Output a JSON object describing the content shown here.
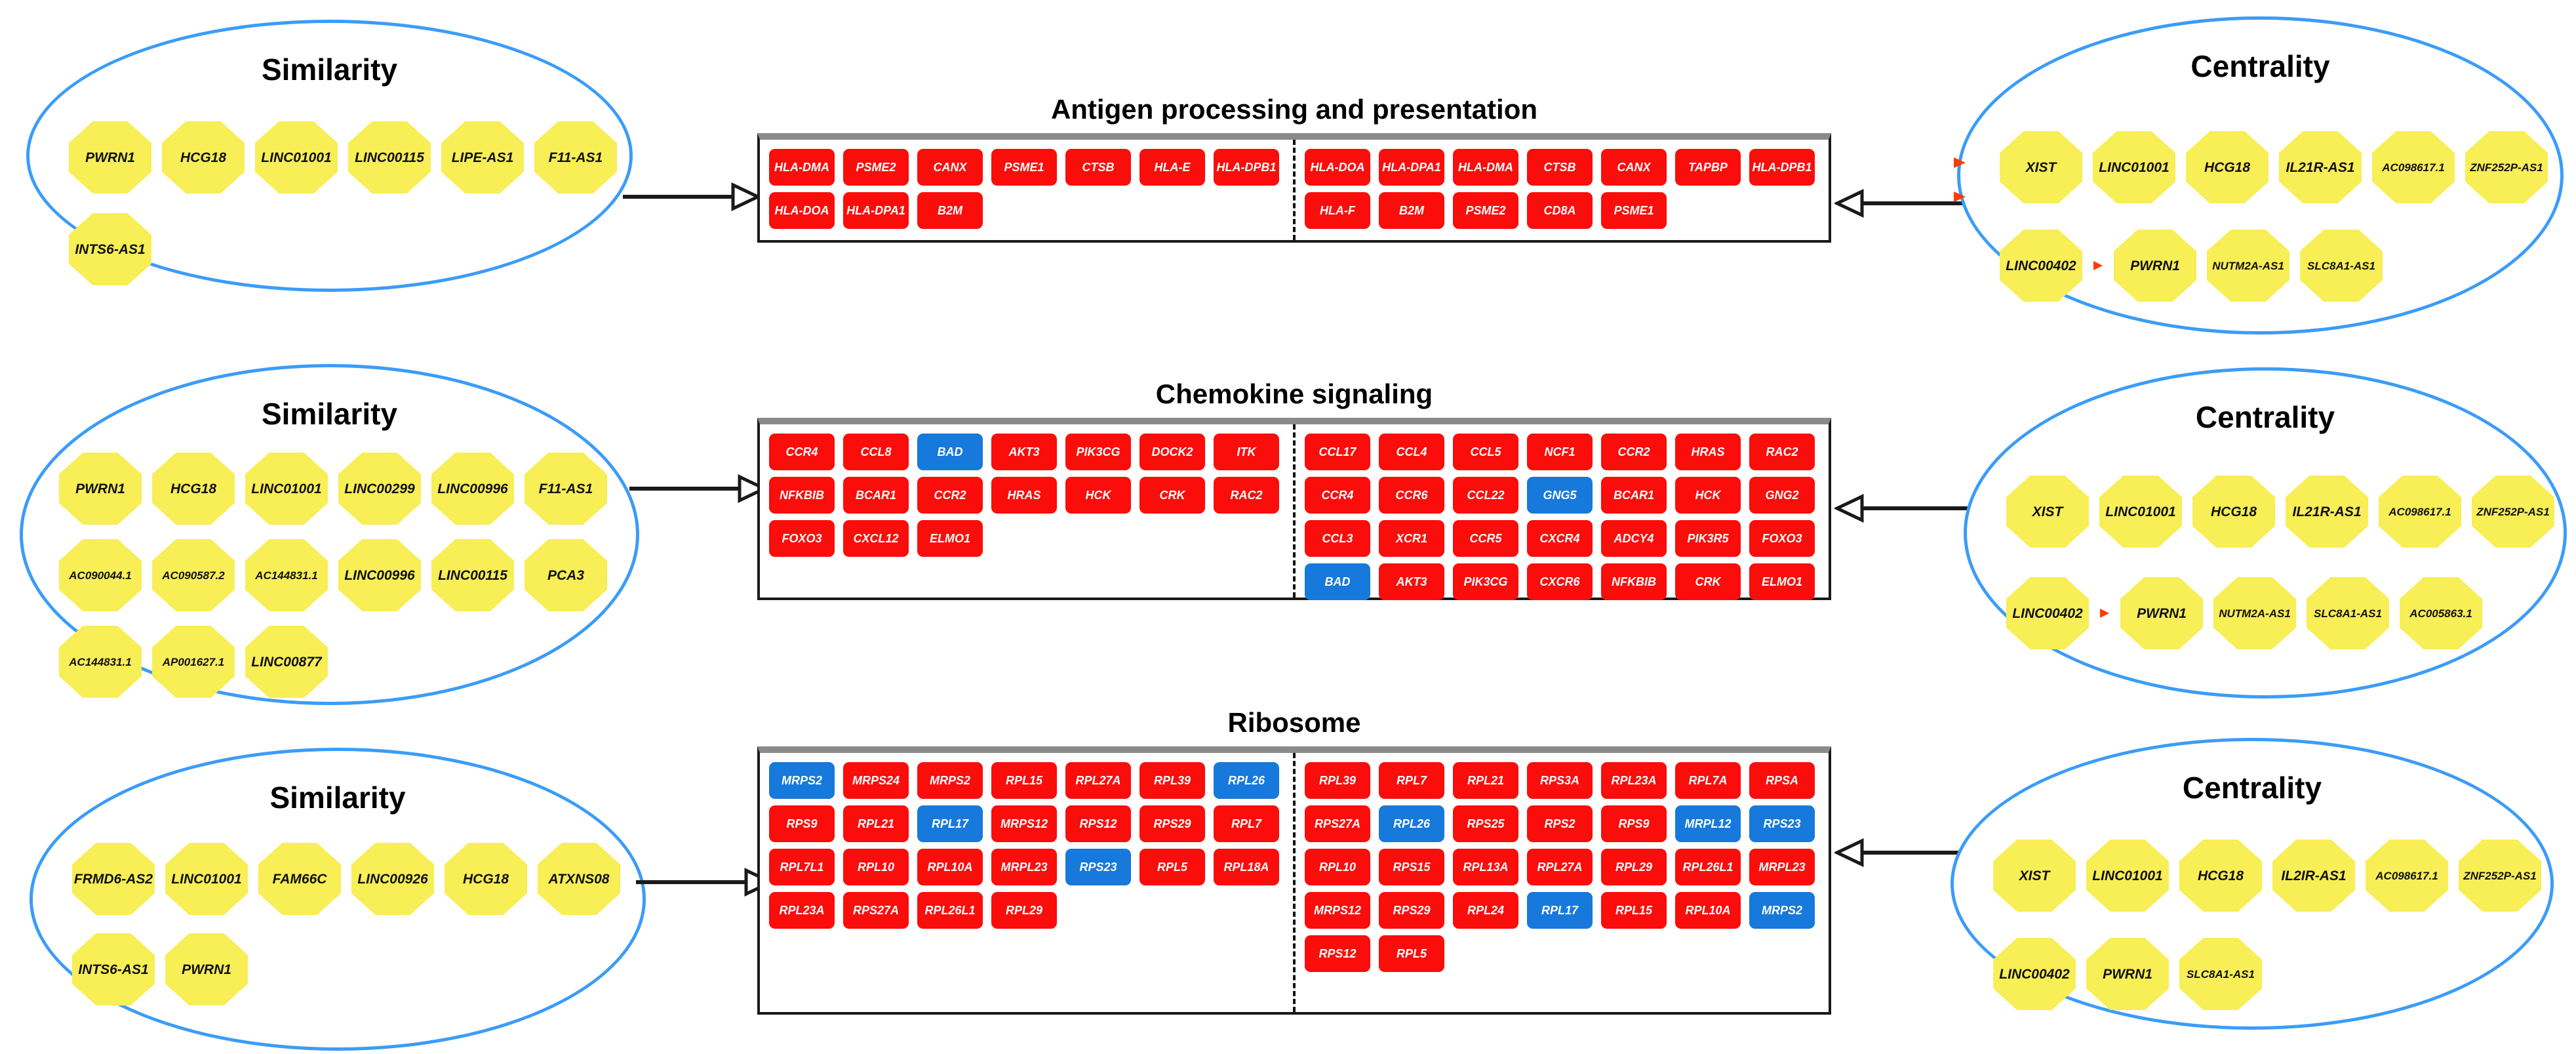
{
  "palette": {
    "node_fill": "#F8EE56",
    "ellipse_stroke": "#3B9CF8",
    "gene_up": "#FB0D0C",
    "gene_down": "#1679DB",
    "arrow": "#1A1A1A",
    "red_mark": "#FF3B00",
    "box_border": "#1A1A1A",
    "box_top": "#8A8A8A"
  },
  "sections": [
    {
      "pathway_title": "Antigen processing and presentation",
      "similarity": {
        "label": "Similarity",
        "node_rows": [
          [
            "PWRN1",
            "HCG18",
            "LINC01001",
            "LINC00115",
            "LIPE-AS1",
            "F11-AS1"
          ],
          [
            "INTS6-AS1"
          ]
        ]
      },
      "centrality": {
        "label": "Centrality",
        "node_rows": [
          [
            "XIST",
            "LINC01001",
            "HCG18",
            "IL21R-AS1",
            "AC098617.1",
            "ZNF252P-AS1"
          ],
          [
            "LINC00402",
            "PWRN1",
            "NUTM2A-AS1",
            "SLC8A1-AS1"
          ]
        ],
        "red_marker": {
          "row": 1,
          "after": 0
        }
      },
      "gene_panel_left": [
        [
          {
            "g": "HLA-DMA",
            "c": "up"
          },
          {
            "g": "PSME2",
            "c": "up"
          },
          {
            "g": "CANX",
            "c": "up"
          },
          {
            "g": "PSME1",
            "c": "up"
          },
          {
            "g": "CTSB",
            "c": "up"
          },
          {
            "g": "HLA-E",
            "c": "up"
          },
          {
            "g": "HLA-DPB1",
            "c": "up"
          }
        ],
        [
          {
            "g": "HLA-DOA",
            "c": "up"
          },
          {
            "g": "HLA-DPA1",
            "c": "up"
          },
          {
            "g": "B2M",
            "c": "up"
          }
        ]
      ],
      "gene_panel_right": [
        [
          {
            "g": "HLA-DOA",
            "c": "up"
          },
          {
            "g": "HLA-DPA1",
            "c": "up"
          },
          {
            "g": "HLA-DMA",
            "c": "up"
          },
          {
            "g": "CTSB",
            "c": "up"
          },
          {
            "g": "CANX",
            "c": "up"
          },
          {
            "g": "TAPBP",
            "c": "up"
          },
          {
            "g": "HLA-DPB1",
            "c": "up"
          }
        ],
        [
          {
            "g": "HLA-F",
            "c": "up"
          },
          {
            "g": "B2M",
            "c": "up"
          },
          {
            "g": "PSME2",
            "c": "up"
          },
          {
            "g": "CD8A",
            "c": "up"
          },
          {
            "g": "PSME1",
            "c": "up"
          }
        ]
      ]
    },
    {
      "pathway_title": "Chemokine signaling",
      "similarity": {
        "label": "Similarity",
        "node_rows": [
          [
            "PWRN1",
            "HCG18",
            "LINC01001",
            "LINC00299",
            "LINC00996",
            "F11-AS1"
          ],
          [
            "AC090044.1",
            "AC090587.2",
            "AC144831.1",
            "LINC00996",
            "LINC00115",
            "PCA3"
          ],
          [
            "AC144831.1",
            "AP001627.1",
            "LINC00877"
          ]
        ]
      },
      "centrality": {
        "label": "Centrality",
        "node_rows": [
          [
            "XIST",
            "LINC01001",
            "HCG18",
            "IL21R-AS1",
            "AC098617.1",
            "ZNF252P-AS1"
          ],
          [
            "LINC00402",
            "PWRN1",
            "NUTM2A-AS1",
            "SLC8A1-AS1",
            "AC005863.1"
          ]
        ],
        "red_marker": {
          "row": 1,
          "after": 0
        }
      },
      "gene_panel_left": [
        [
          {
            "g": "CCR4",
            "c": "up"
          },
          {
            "g": "CCL8",
            "c": "up"
          },
          {
            "g": "BAD",
            "c": "down"
          },
          {
            "g": "AKT3",
            "c": "up"
          },
          {
            "g": "PIK3CG",
            "c": "up"
          },
          {
            "g": "DOCK2",
            "c": "up"
          },
          {
            "g": "ITK",
            "c": "up"
          }
        ],
        [
          {
            "g": "NFKBIB",
            "c": "up"
          },
          {
            "g": "BCAR1",
            "c": "up"
          },
          {
            "g": "CCR2",
            "c": "up"
          },
          {
            "g": "HRAS",
            "c": "up"
          },
          {
            "g": "HCK",
            "c": "up"
          },
          {
            "g": "CRK",
            "c": "up"
          },
          {
            "g": "RAC2",
            "c": "up"
          }
        ],
        [
          {
            "g": "FOXO3",
            "c": "up"
          },
          {
            "g": "CXCL12",
            "c": "up"
          },
          {
            "g": "ELMO1",
            "c": "up"
          }
        ]
      ],
      "gene_panel_right": [
        [
          {
            "g": "CCL17",
            "c": "up"
          },
          {
            "g": "CCL4",
            "c": "up"
          },
          {
            "g": "CCL5",
            "c": "up"
          },
          {
            "g": "NCF1",
            "c": "up"
          },
          {
            "g": "CCR2",
            "c": "up"
          },
          {
            "g": "HRAS",
            "c": "up"
          },
          {
            "g": "RAC2",
            "c": "up"
          }
        ],
        [
          {
            "g": "CCR4",
            "c": "up"
          },
          {
            "g": "CCR6",
            "c": "up"
          },
          {
            "g": "CCL22",
            "c": "up"
          },
          {
            "g": "GNG5",
            "c": "down"
          },
          {
            "g": "BCAR1",
            "c": "up"
          },
          {
            "g": "HCK",
            "c": "up"
          },
          {
            "g": "GNG2",
            "c": "up"
          }
        ],
        [
          {
            "g": "CCL3",
            "c": "up"
          },
          {
            "g": "XCR1",
            "c": "up"
          },
          {
            "g": "CCR5",
            "c": "up"
          },
          {
            "g": "CXCR4",
            "c": "up"
          },
          {
            "g": "ADCY4",
            "c": "up"
          },
          {
            "g": "PIK3R5",
            "c": "up"
          },
          {
            "g": "FOXO3",
            "c": "up"
          }
        ],
        [
          {
            "g": "BAD",
            "c": "down"
          },
          {
            "g": "AKT3",
            "c": "up"
          },
          {
            "g": "PIK3CG",
            "c": "up"
          },
          {
            "g": "CXCR6",
            "c": "up"
          },
          {
            "g": "NFKBIB",
            "c": "up"
          },
          {
            "g": "CRK",
            "c": "up"
          },
          {
            "g": "ELMO1",
            "c": "up"
          }
        ]
      ]
    },
    {
      "pathway_title": "Ribosome",
      "similarity": {
        "label": "Similarity",
        "node_rows": [
          [
            "FRMD6-AS2",
            "LINC01001",
            "FAM66C",
            "LINC00926",
            "HCG18",
            "ATXNS08"
          ],
          [
            "INTS6-AS1",
            "PWRN1"
          ]
        ]
      },
      "centrality": {
        "label": "Centrality",
        "node_rows": [
          [
            "XIST",
            "LINC01001",
            "HCG18",
            "IL2IR-AS1",
            "AC098617.1",
            "ZNF252P-AS1"
          ],
          [
            "LINC00402",
            "PWRN1",
            "SLC8A1-AS1"
          ]
        ]
      },
      "gene_panel_left": [
        [
          {
            "g": "MRPS2",
            "c": "down"
          },
          {
            "g": "MRPS24",
            "c": "up"
          },
          {
            "g": "MRPS2",
            "c": "up"
          },
          {
            "g": "RPL15",
            "c": "up"
          },
          {
            "g": "RPL27A",
            "c": "up"
          },
          {
            "g": "RPL39",
            "c": "up"
          },
          {
            "g": "RPL26",
            "c": "down"
          }
        ],
        [
          {
            "g": "RPS9",
            "c": "up"
          },
          {
            "g": "RPL21",
            "c": "up"
          },
          {
            "g": "RPL17",
            "c": "down"
          },
          {
            "g": "MRPS12",
            "c": "up"
          },
          {
            "g": "RPS12",
            "c": "up"
          },
          {
            "g": "RPS29",
            "c": "up"
          },
          {
            "g": "RPL7",
            "c": "up"
          }
        ],
        [
          {
            "g": "RPL7L1",
            "c": "up"
          },
          {
            "g": "RPL10",
            "c": "up"
          },
          {
            "g": "RPL10A",
            "c": "up"
          },
          {
            "g": "MRPL23",
            "c": "up"
          },
          {
            "g": "RPS23",
            "c": "down"
          },
          {
            "g": "RPL5",
            "c": "up"
          },
          {
            "g": "RPL18A",
            "c": "up"
          }
        ],
        [
          {
            "g": "RPL23A",
            "c": "up"
          },
          {
            "g": "RPS27A",
            "c": "up"
          },
          {
            "g": "RPL26L1",
            "c": "up"
          },
          {
            "g": "RPL29",
            "c": "up"
          }
        ]
      ],
      "gene_panel_right": [
        [
          {
            "g": "RPL39",
            "c": "up"
          },
          {
            "g": "RPL7",
            "c": "up"
          },
          {
            "g": "RPL21",
            "c": "up"
          },
          {
            "g": "RPS3A",
            "c": "up"
          },
          {
            "g": "RPL23A",
            "c": "up"
          },
          {
            "g": "RPL7A",
            "c": "up"
          },
          {
            "g": "RPSA",
            "c": "up"
          }
        ],
        [
          {
            "g": "RPS27A",
            "c": "up"
          },
          {
            "g": "RPL26",
            "c": "down"
          },
          {
            "g": "RPS25",
            "c": "up"
          },
          {
            "g": "RPS2",
            "c": "up"
          },
          {
            "g": "RPS9",
            "c": "up"
          },
          {
            "g": "MRPL12",
            "c": "down"
          },
          {
            "g": "RPS23",
            "c": "down"
          }
        ],
        [
          {
            "g": "RPL10",
            "c": "up"
          },
          {
            "g": "RPS15",
            "c": "up"
          },
          {
            "g": "RPL13A",
            "c": "up"
          },
          {
            "g": "RPL27A",
            "c": "up"
          },
          {
            "g": "RPL29",
            "c": "up"
          },
          {
            "g": "RPL26L1",
            "c": "up"
          },
          {
            "g": "MRPL23",
            "c": "up"
          }
        ],
        [
          {
            "g": "MRPS12",
            "c": "up"
          },
          {
            "g": "RPS29",
            "c": "up"
          },
          {
            "g": "RPL24",
            "c": "up"
          },
          {
            "g": "RPL17",
            "c": "down"
          },
          {
            "g": "RPL15",
            "c": "up"
          },
          {
            "g": "RPL10A",
            "c": "up"
          },
          {
            "g": "MRPS2",
            "c": "down"
          }
        ],
        [
          {
            "g": "RPS12",
            "c": "up"
          },
          {
            "g": "RPL5",
            "c": "up"
          }
        ]
      ]
    }
  ]
}
